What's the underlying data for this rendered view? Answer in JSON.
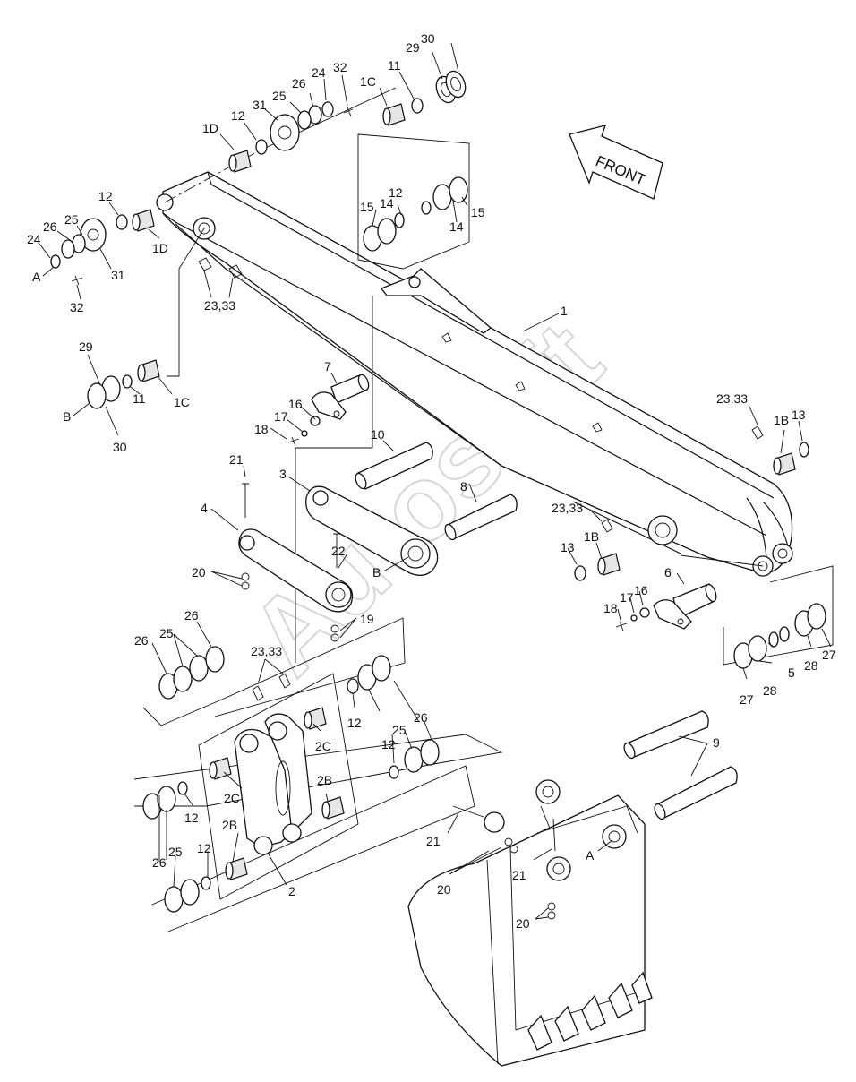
{
  "front_arrow": {
    "label": "FRONT"
  },
  "watermark": {
    "text": "Autosoft"
  },
  "callouts": [
    {
      "id": "c01",
      "text": "29"
    },
    {
      "id": "c02",
      "text": "30"
    },
    {
      "id": "c03",
      "text": "24"
    },
    {
      "id": "c04",
      "text": "32"
    },
    {
      "id": "c05",
      "text": "26"
    },
    {
      "id": "c06",
      "text": "25"
    },
    {
      "id": "c07",
      "text": "1C"
    },
    {
      "id": "c08",
      "text": "11"
    },
    {
      "id": "c09",
      "text": "31"
    },
    {
      "id": "c10",
      "text": "12"
    },
    {
      "id": "c11",
      "text": "1D"
    },
    {
      "id": "c12",
      "text": "12"
    },
    {
      "id": "c13",
      "text": "26"
    },
    {
      "id": "c14",
      "text": "25"
    },
    {
      "id": "c15",
      "text": "24"
    },
    {
      "id": "c16",
      "text": "A"
    },
    {
      "id": "c17",
      "text": "31"
    },
    {
      "id": "c18",
      "text": "1D"
    },
    {
      "id": "c19",
      "text": "32"
    },
    {
      "id": "c20",
      "text": "23,33"
    },
    {
      "id": "c21",
      "text": "12"
    },
    {
      "id": "c22",
      "text": "14"
    },
    {
      "id": "c23",
      "text": "15"
    },
    {
      "id": "c24",
      "text": "15"
    },
    {
      "id": "c25",
      "text": "14"
    },
    {
      "id": "c26",
      "text": "1"
    },
    {
      "id": "c27",
      "text": "29"
    },
    {
      "id": "c28",
      "text": "B"
    },
    {
      "id": "c29",
      "text": "11"
    },
    {
      "id": "c30",
      "text": "1C"
    },
    {
      "id": "c31",
      "text": "30"
    },
    {
      "id": "c32",
      "text": "7"
    },
    {
      "id": "c33",
      "text": "16"
    },
    {
      "id": "c34",
      "text": "17"
    },
    {
      "id": "c35",
      "text": "18"
    },
    {
      "id": "c36",
      "text": "10"
    },
    {
      "id": "c37",
      "text": "23,33"
    },
    {
      "id": "c38",
      "text": "1B"
    },
    {
      "id": "c39",
      "text": "13"
    },
    {
      "id": "c40",
      "text": "21"
    },
    {
      "id": "c41",
      "text": "3"
    },
    {
      "id": "c42",
      "text": "8"
    },
    {
      "id": "c43",
      "text": "4"
    },
    {
      "id": "c44",
      "text": "23,33"
    },
    {
      "id": "c45",
      "text": "22"
    },
    {
      "id": "c46",
      "text": "B"
    },
    {
      "id": "c47",
      "text": "13"
    },
    {
      "id": "c48",
      "text": "1B"
    },
    {
      "id": "c49",
      "text": "20"
    },
    {
      "id": "c50",
      "text": "6"
    },
    {
      "id": "c51",
      "text": "16"
    },
    {
      "id": "c52",
      "text": "17"
    },
    {
      "id": "c53",
      "text": "18"
    },
    {
      "id": "c54",
      "text": "19"
    },
    {
      "id": "c55",
      "text": "26"
    },
    {
      "id": "c56",
      "text": "25"
    },
    {
      "id": "c57",
      "text": "26"
    },
    {
      "id": "c58",
      "text": "23,33"
    },
    {
      "id": "c59",
      "text": "5"
    },
    {
      "id": "c60",
      "text": "28"
    },
    {
      "id": "c61",
      "text": "27"
    },
    {
      "id": "c62",
      "text": "27"
    },
    {
      "id": "c63",
      "text": "28"
    },
    {
      "id": "c64",
      "text": "12"
    },
    {
      "id": "c65",
      "text": "25"
    },
    {
      "id": "c66",
      "text": "26"
    },
    {
      "id": "c67",
      "text": "2C"
    },
    {
      "id": "c68",
      "text": "12"
    },
    {
      "id": "c69",
      "text": "9"
    },
    {
      "id": "c70",
      "text": "2C"
    },
    {
      "id": "c71",
      "text": "2B"
    },
    {
      "id": "c72",
      "text": "12"
    },
    {
      "id": "c73",
      "text": "2B"
    },
    {
      "id": "c74",
      "text": "21"
    },
    {
      "id": "c75",
      "text": "A"
    },
    {
      "id": "c76",
      "text": "12"
    },
    {
      "id": "c77",
      "text": "21"
    },
    {
      "id": "c78",
      "text": "25"
    },
    {
      "id": "c79",
      "text": "26"
    },
    {
      "id": "c80",
      "text": "2"
    },
    {
      "id": "c81",
      "text": "20"
    },
    {
      "id": "c82",
      "text": "20"
    }
  ]
}
